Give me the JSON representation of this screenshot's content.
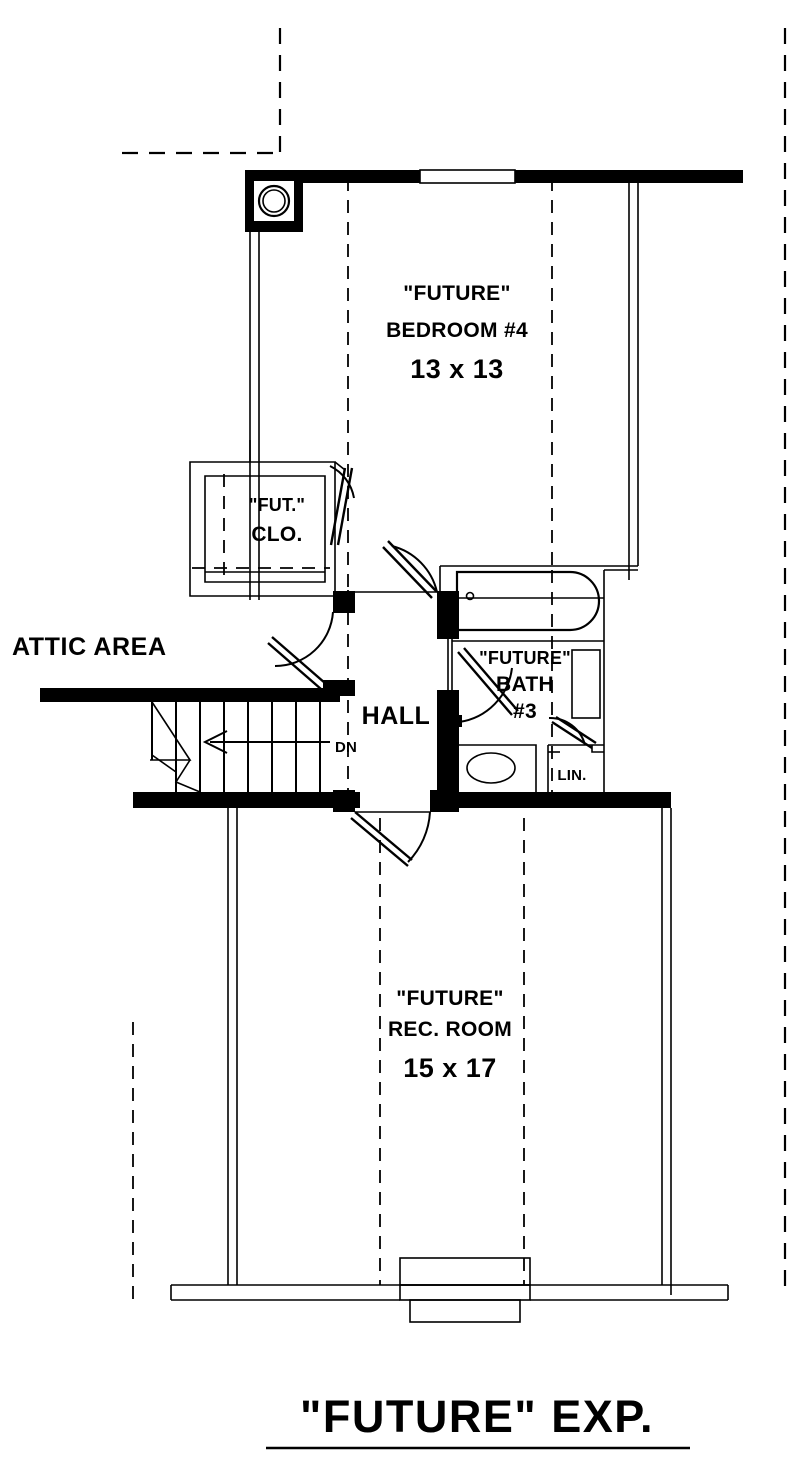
{
  "plan": {
    "title": "\"FUTURE\" EXP.",
    "rooms": [
      {
        "id": "bedroom4",
        "prefix": "\"FUTURE\"",
        "name": "BEDROOM #4",
        "size": "13 x 13"
      },
      {
        "id": "rec_room",
        "prefix": "\"FUTURE\"",
        "name": "REC. ROOM",
        "size": "15 x 17"
      },
      {
        "id": "bath3",
        "prefix": "\"FUTURE\"",
        "name": "BATH",
        "size": "#3"
      },
      {
        "id": "closet",
        "prefix": "\"FUT.\"",
        "name": "CLO.",
        "size": ""
      }
    ],
    "labels": {
      "attic_area": "ATTIC AREA",
      "hall": "HALL",
      "stair_direction": "DN",
      "linen": "LIN."
    },
    "colors": {
      "line": "#000000",
      "wall_fill": "#000000",
      "background": "#ffffff"
    }
  }
}
